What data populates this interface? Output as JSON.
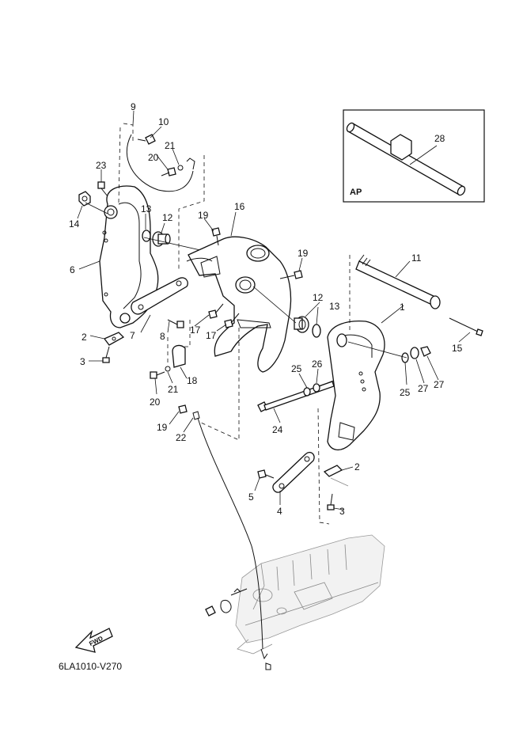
{
  "diagram_code": "6LA1010-V270",
  "inset": {
    "label": "AP",
    "part_number": "28"
  },
  "fwd_label": "FWD",
  "callouts": [
    {
      "id": "c1",
      "text": "1"
    },
    {
      "id": "c2a",
      "text": "2"
    },
    {
      "id": "c2b",
      "text": "2"
    },
    {
      "id": "c3a",
      "text": "3"
    },
    {
      "id": "c3b",
      "text": "3"
    },
    {
      "id": "c4",
      "text": "4"
    },
    {
      "id": "c5",
      "text": "5"
    },
    {
      "id": "c6",
      "text": "6"
    },
    {
      "id": "c7",
      "text": "7"
    },
    {
      "id": "c8",
      "text": "8"
    },
    {
      "id": "c9",
      "text": "9"
    },
    {
      "id": "c10",
      "text": "10"
    },
    {
      "id": "c11",
      "text": "11"
    },
    {
      "id": "c12a",
      "text": "12"
    },
    {
      "id": "c12b",
      "text": "12"
    },
    {
      "id": "c13a",
      "text": "13"
    },
    {
      "id": "c13b",
      "text": "13"
    },
    {
      "id": "c14",
      "text": "14"
    },
    {
      "id": "c15",
      "text": "15"
    },
    {
      "id": "c16",
      "text": "16"
    },
    {
      "id": "c17a",
      "text": "17"
    },
    {
      "id": "c17b",
      "text": "17"
    },
    {
      "id": "c18",
      "text": "18"
    },
    {
      "id": "c19a",
      "text": "19"
    },
    {
      "id": "c19b",
      "text": "19"
    },
    {
      "id": "c19c",
      "text": "19"
    },
    {
      "id": "c20a",
      "text": "20"
    },
    {
      "id": "c20b",
      "text": "20"
    },
    {
      "id": "c21a",
      "text": "21"
    },
    {
      "id": "c21b",
      "text": "21"
    },
    {
      "id": "c22",
      "text": "22"
    },
    {
      "id": "c23",
      "text": "23"
    },
    {
      "id": "c24",
      "text": "24"
    },
    {
      "id": "c25a",
      "text": "25"
    },
    {
      "id": "c25b",
      "text": "25"
    },
    {
      "id": "c26",
      "text": "26"
    },
    {
      "id": "c27a",
      "text": "27"
    },
    {
      "id": "c27b",
      "text": "27"
    }
  ]
}
